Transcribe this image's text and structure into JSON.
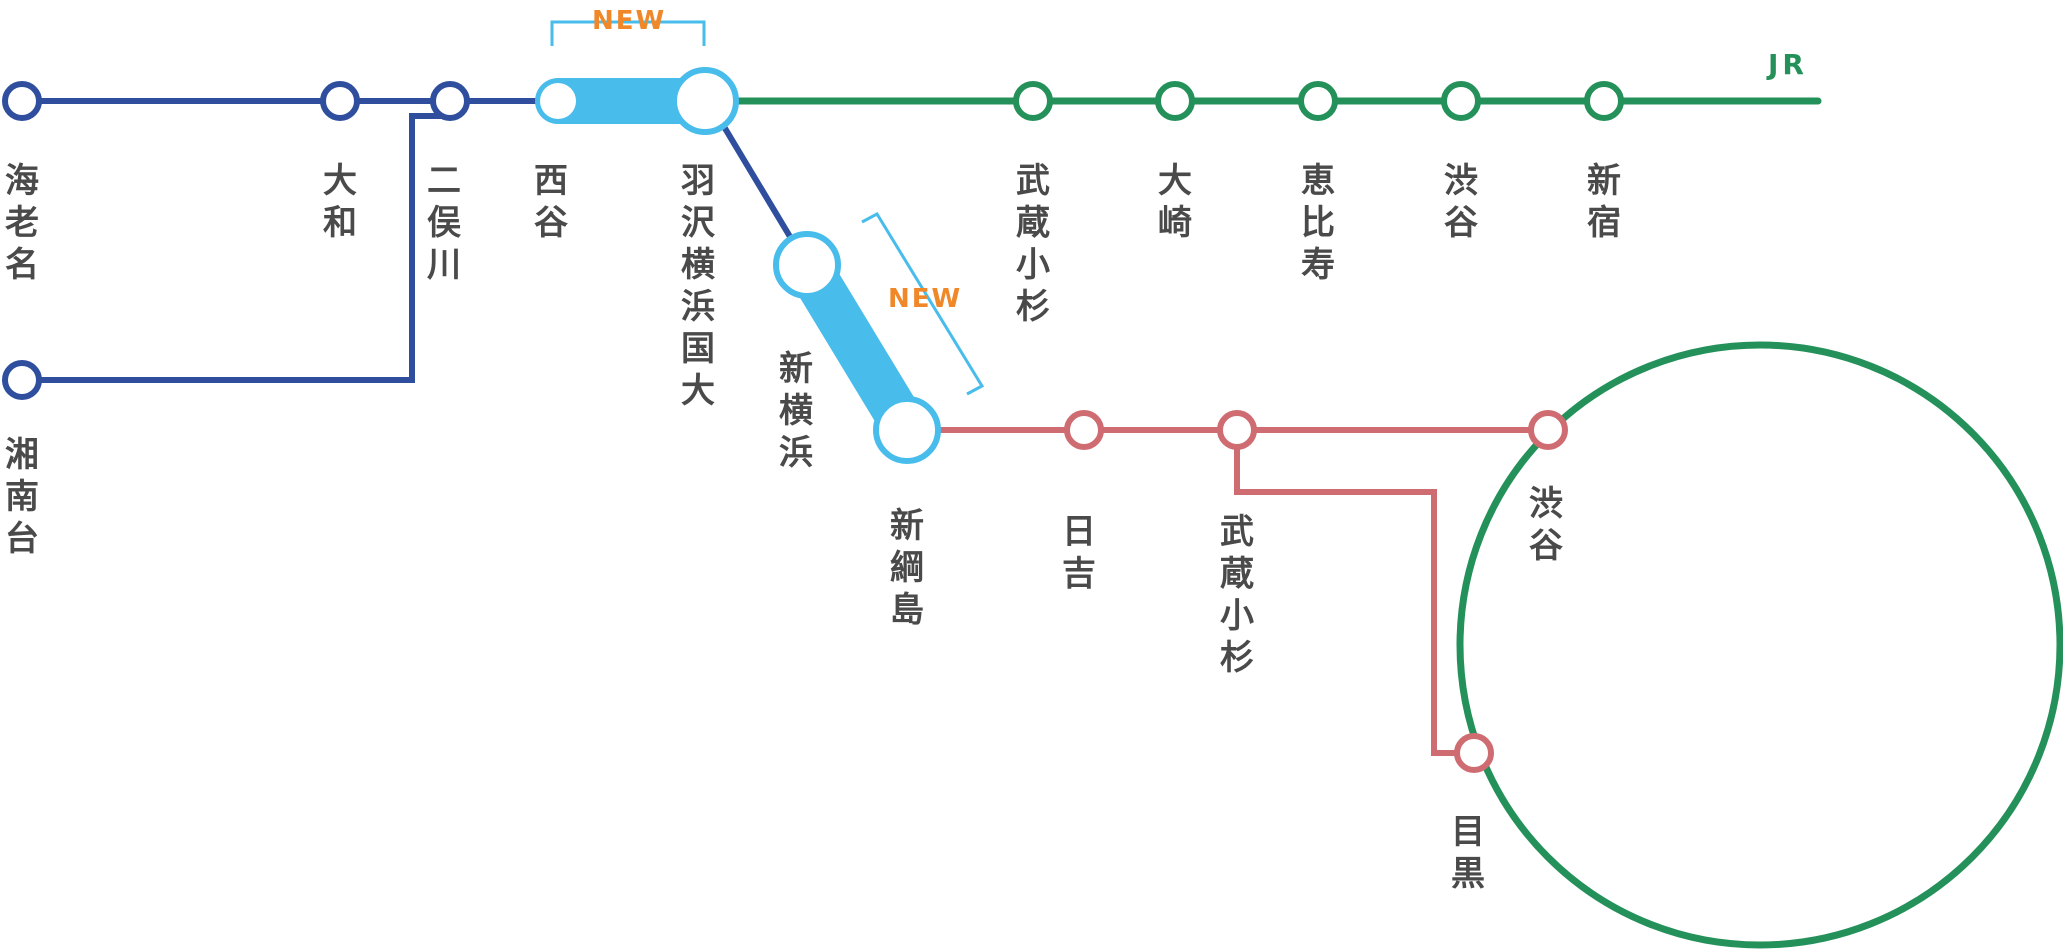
{
  "colors": {
    "sotetsu": "#2f4f9e",
    "direct_line": "#48bceb",
    "jr": "#24915a",
    "tokyu": "#cf6c72",
    "new_badge": "#f0882a",
    "label_text": "#4a4a4a"
  },
  "jr_line_name": "JR",
  "new_badges": [
    "NEW",
    "NEW"
  ],
  "stations": {
    "ebina": "海\n老\n名",
    "yamato": "大\n和",
    "futamatagawa": "二\n俣\n川",
    "shonandai": "湘\n南\n台",
    "nishiya": "西\n谷",
    "hazawa_yokohama_kokudai": "羽\n沢\n横\n浜\n国\n大",
    "shin_yokohama": "新\n横\n浜",
    "shin_tsunashima": "新\n綱\n島",
    "jr_musashi_kosugi": "武\n蔵\n小\n杉",
    "osaki": "大\n崎",
    "ebisu": "恵\n比\n寿",
    "jr_shibuya": "渋\n谷",
    "shinjuku": "新\n宿",
    "hiyoshi": "日\n吉",
    "tokyu_musashi_kosugi": "武\n蔵\n小\n杉",
    "tokyu_shibuya": "渋\n谷",
    "meguro": "目\n黒"
  }
}
